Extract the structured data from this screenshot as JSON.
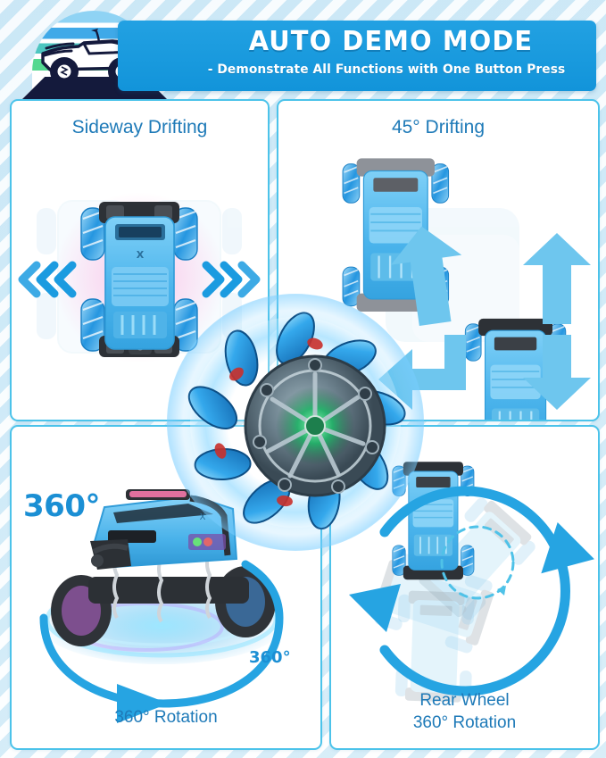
{
  "header": {
    "title": "AUTO DEMO MODE",
    "subtitle": "- Demonstrate All Functions with One Button Press",
    "logo_icon": "rc-truck-logo-icon",
    "banner_color": "#1b9be0"
  },
  "theme": {
    "accent_blue": "#1b9be0",
    "title_blue": "#1e7ab8",
    "panel_border": "#4cc3ea",
    "page_background": "#e7f5fc",
    "car_body_blue": "#5bc0f0",
    "arrow_blue": "#2ca7e4"
  },
  "panels": [
    {
      "id": "sideway-drifting",
      "title": "Sideway Drifting",
      "caption": "",
      "icons": [
        "chevron-left-triple-icon",
        "chevron-right-triple-icon",
        "rc-car-topdown-icon"
      ]
    },
    {
      "id": "45-degree-drifting",
      "title": "45° Drifting",
      "caption": "",
      "icons": [
        "arrow-curve-left-icon",
        "arrow-curve-right-icon",
        "rc-car-topdown-icon"
      ]
    },
    {
      "id": "360-rotation",
      "title": "",
      "caption": "360° Rotation",
      "badge_large": "360°",
      "badge_small": "360°",
      "icons": [
        "rc-truck-perspective-icon",
        "rotation-arrow-ellipse-icon"
      ]
    },
    {
      "id": "rear-wheel-360-rotation",
      "title": "",
      "caption_line1": "Rear Wheel",
      "caption_line2": "360° Rotation",
      "icons": [
        "rotation-arrow-circle-icon",
        "rc-car-topdown-icon",
        "dashed-pivot-circle-icon"
      ]
    }
  ],
  "center_feature": {
    "icon": "mecanum-wheel-closeup-icon",
    "label": ""
  }
}
